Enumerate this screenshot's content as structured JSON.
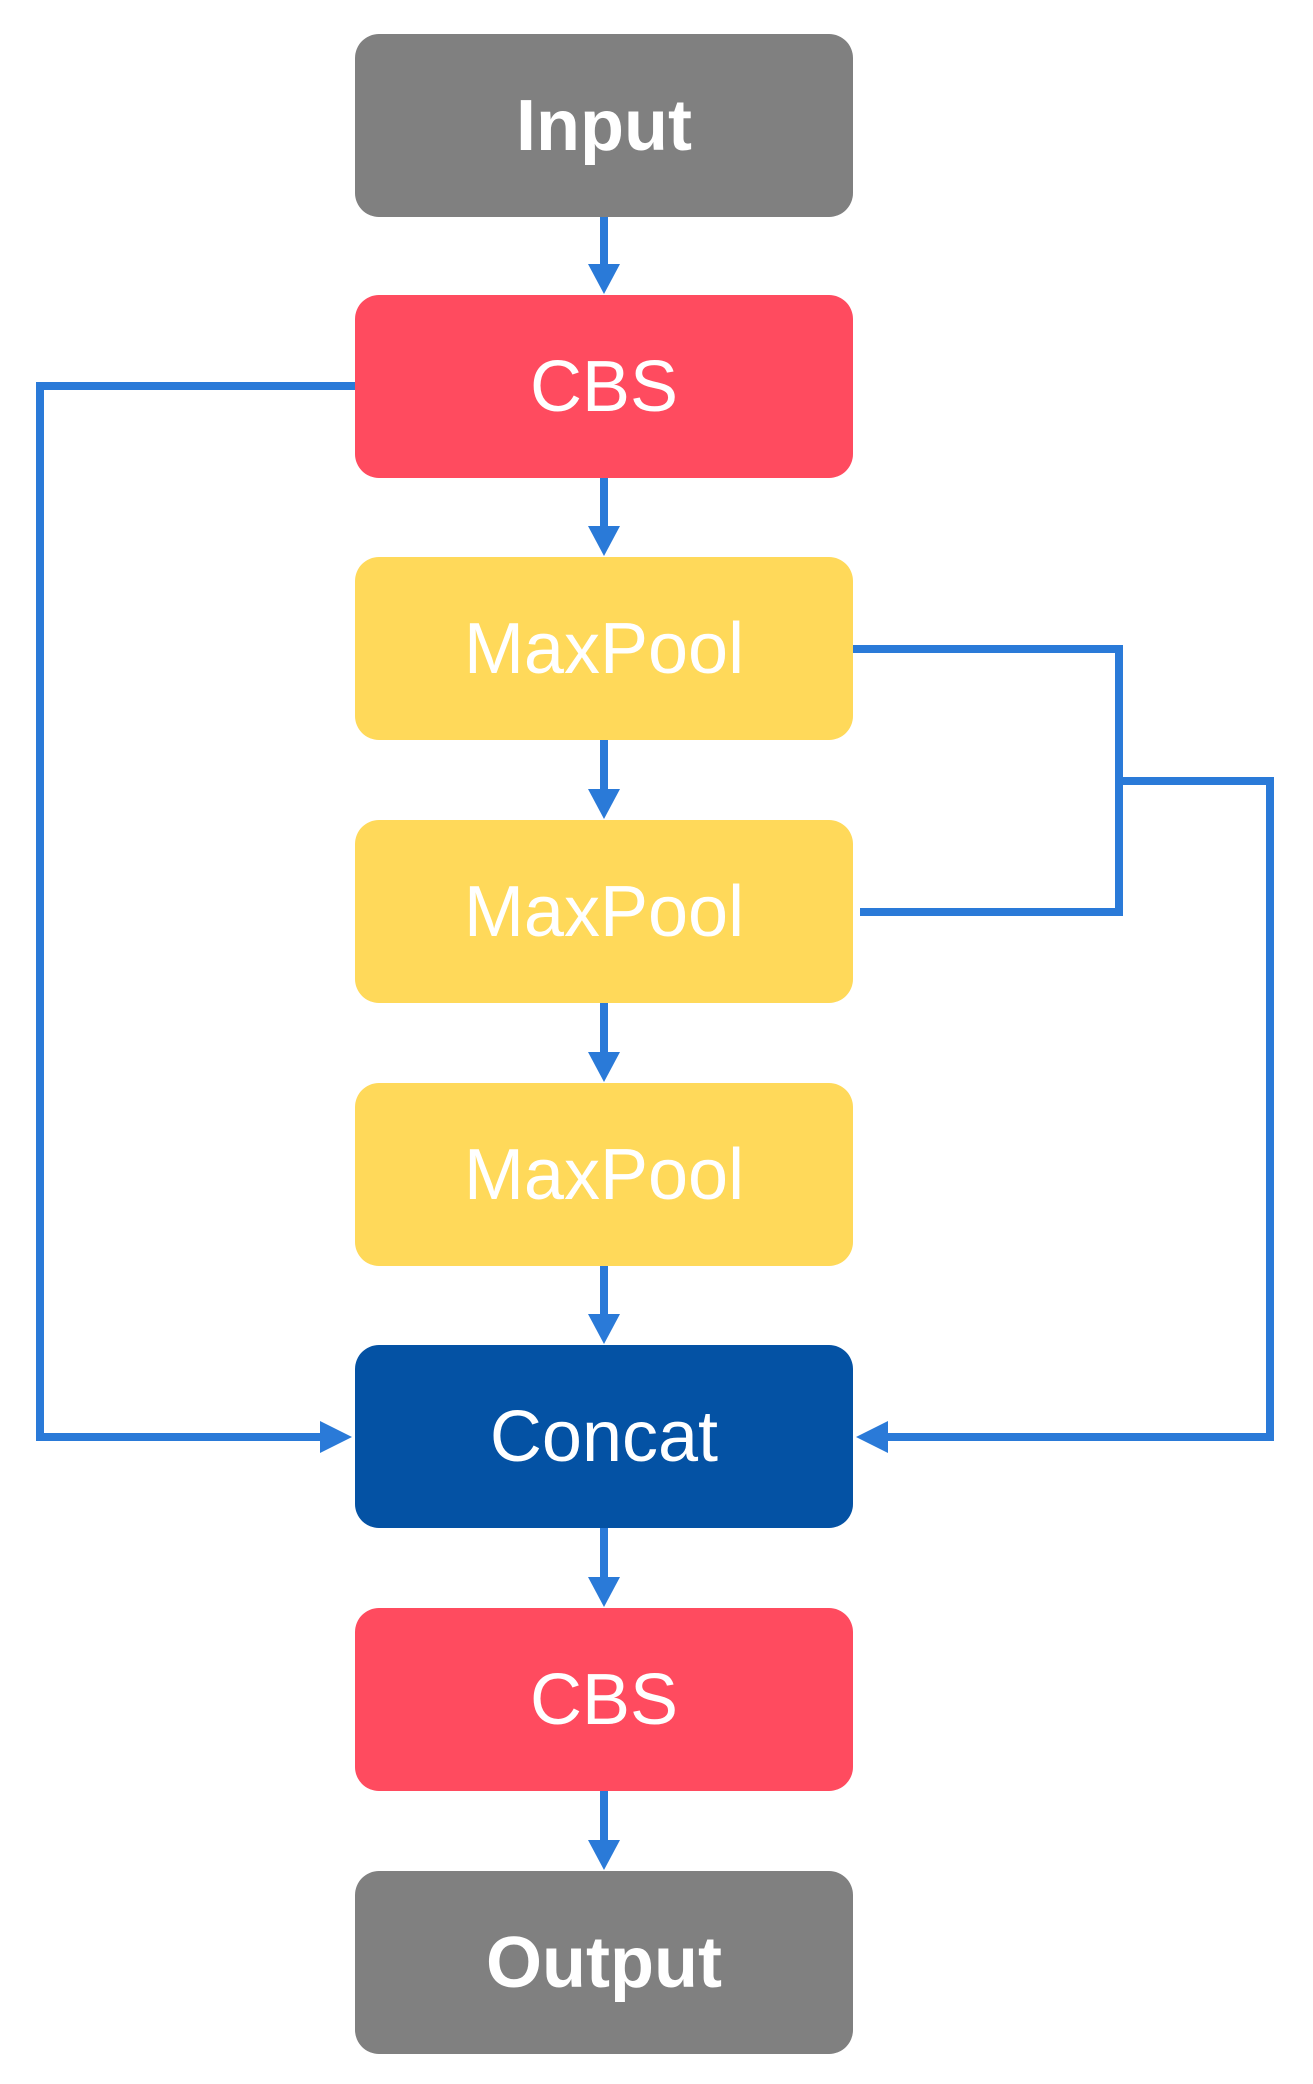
{
  "colors": {
    "io": "#808080",
    "cbs": "#FF4B5F",
    "maxpool": "#FFD95A",
    "concat": "#0452A4",
    "arrow": "#2A7AD8",
    "label": "#ffffff"
  },
  "nodes": [
    {
      "id": "input",
      "label": "Input",
      "kind": "io"
    },
    {
      "id": "cbs-1",
      "label": "CBS",
      "kind": "cbs"
    },
    {
      "id": "maxpool-1",
      "label": "MaxPool",
      "kind": "maxpool"
    },
    {
      "id": "maxpool-2",
      "label": "MaxPool",
      "kind": "maxpool"
    },
    {
      "id": "maxpool-3",
      "label": "MaxPool",
      "kind": "maxpool"
    },
    {
      "id": "concat",
      "label": "Concat",
      "kind": "concat"
    },
    {
      "id": "cbs-2",
      "label": "CBS",
      "kind": "cbs"
    },
    {
      "id": "output",
      "label": "Output",
      "kind": "io"
    }
  ],
  "edges": [
    {
      "from": "input",
      "to": "cbs-1"
    },
    {
      "from": "cbs-1",
      "to": "maxpool-1"
    },
    {
      "from": "maxpool-1",
      "to": "maxpool-2"
    },
    {
      "from": "maxpool-2",
      "to": "maxpool-3"
    },
    {
      "from": "maxpool-3",
      "to": "concat"
    },
    {
      "from": "concat",
      "to": "cbs-2"
    },
    {
      "from": "cbs-2",
      "to": "output"
    },
    {
      "from": "cbs-1",
      "to": "concat",
      "route": "left-bypass"
    },
    {
      "from": "maxpool-1",
      "to": "concat",
      "route": "right-merge"
    },
    {
      "from": "maxpool-2",
      "to": "concat",
      "route": "right-merge"
    }
  ]
}
